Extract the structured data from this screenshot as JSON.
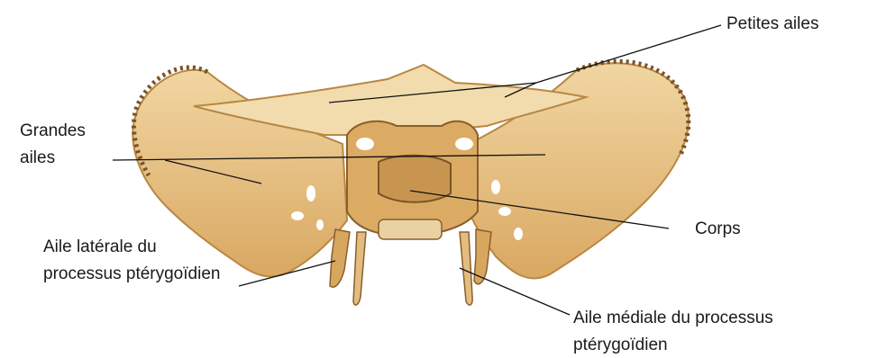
{
  "diagram": {
    "colors": {
      "bone": "#e0b574",
      "bone_light": "#f1d6a2",
      "bone_dark": "#b88742",
      "shadow": "#7a5326",
      "foramen": "#ffffff",
      "leader": "#111111"
    },
    "labels": {
      "petites_ailes": "Petites ailes",
      "grandes_ailes": [
        "Grandes",
        "ailes"
      ],
      "corps": "Corps",
      "aile_laterale": [
        "Aile latérale du",
        "processus ptérygoïdien"
      ],
      "aile_mediale": [
        "Aile médiale du processus",
        "ptérygoïdien"
      ]
    }
  }
}
